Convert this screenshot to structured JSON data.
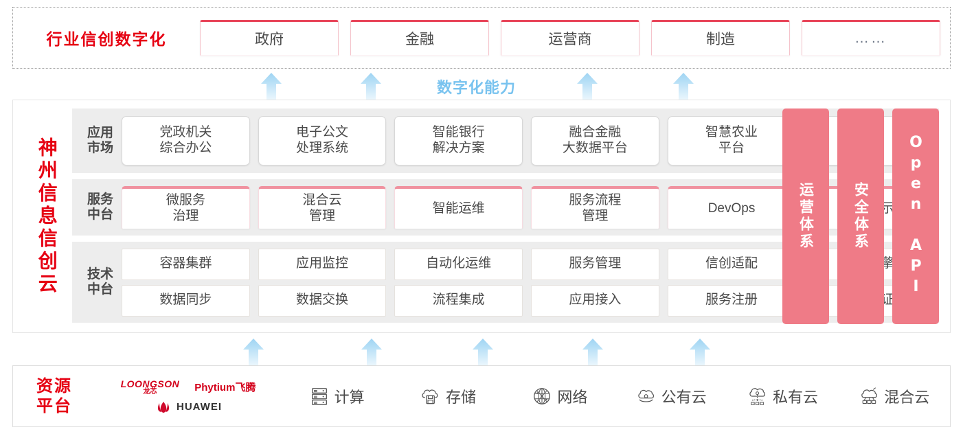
{
  "industry": {
    "title": "行业信创数字化",
    "cards": [
      {
        "label": "政府"
      },
      {
        "label": "金融"
      },
      {
        "label": "运营商"
      },
      {
        "label": "制造"
      },
      {
        "label": "……"
      }
    ]
  },
  "capability": {
    "label": "数字化能力",
    "arrow_icon": "arrow-up-icon",
    "upper_arrow_count": 4,
    "lower_arrow_count": 5
  },
  "cloud": {
    "title": "神州信息信创云",
    "layers": [
      {
        "name": "app-market",
        "label": "应用\n市场",
        "label_line1": "应用",
        "label_line2": "市场",
        "cells": [
          "党政机关\n综合办公",
          "电子公文\n处理系统",
          "智能银行\n解决方案",
          "融合金融\n大数据平台",
          "智慧农业\n平台",
          "……"
        ]
      },
      {
        "name": "service-platform",
        "label_line1": "服务",
        "label_line2": "中台",
        "cells": [
          "微服务\n治理",
          "混合云\n管理",
          "智能运维",
          "服务流程\n管理",
          "DevOps",
          "大屏展示"
        ]
      },
      {
        "name": "tech-platform",
        "label_line1": "技术",
        "label_line2": "中台",
        "row1": [
          "容器集群",
          "应用监控",
          "自动化运维",
          "服务管理",
          "信创适配",
          "流程引擎"
        ],
        "row2": [
          "数据同步",
          "数据交换",
          "流程集成",
          "应用接入",
          "服务注册",
          "统一认证"
        ]
      }
    ],
    "side_panels": [
      {
        "label": "运营体系"
      },
      {
        "label": "安全体系"
      },
      {
        "label": "Open API"
      }
    ]
  },
  "resource": {
    "title_line1": "资源",
    "title_line2": "平台",
    "vendors": [
      {
        "name": "loongson",
        "text_main": "LOONGSON",
        "text_sub": "龙芯"
      },
      {
        "name": "phytium",
        "text_main": "Phytium飞腾"
      },
      {
        "name": "huawei",
        "text_main": "HUAWEI"
      }
    ],
    "items": [
      {
        "label": "计算",
        "icon": "server-rack-icon"
      },
      {
        "label": "存储",
        "icon": "cloud-storage-icon"
      },
      {
        "label": "网络",
        "icon": "network-globe-icon"
      },
      {
        "label": "公有云",
        "icon": "public-cloud-icon"
      },
      {
        "label": "私有云",
        "icon": "private-cloud-icon"
      },
      {
        "label": "混合云",
        "icon": "hybrid-cloud-icon"
      }
    ]
  },
  "colors": {
    "brand_red": "#e60012",
    "card_accent": "#e8465a",
    "panel_pink": "#ef7b87",
    "arrow_blue": "#a9daf5",
    "capability_text": "#79c3ef",
    "layer_bg": "#ededed"
  }
}
